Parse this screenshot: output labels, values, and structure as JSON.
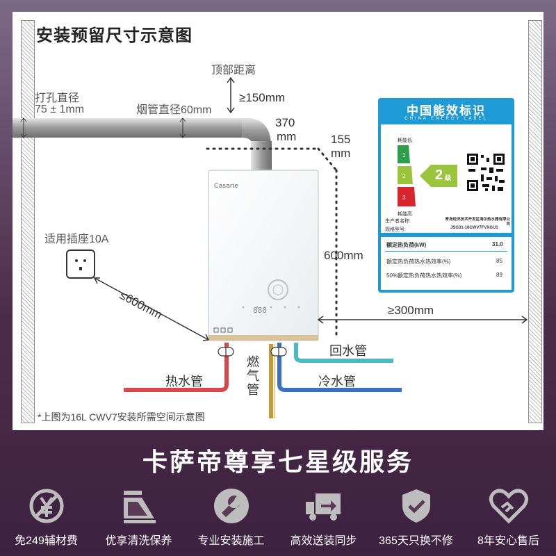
{
  "diagram": {
    "title": "安装预留尺寸示意图",
    "top_distance_label": "顶部距离",
    "top_distance_value": "≥150mm",
    "hole_diameter_label": "打孔直径",
    "hole_diameter_value": "75 ± 1mm",
    "flue_diameter_label": "烟管直径60mm",
    "dim_370": "370",
    "dim_370_unit": "mm",
    "dim_155": "155",
    "dim_155_unit": "mm",
    "socket_label": "适用插座10A",
    "socket_distance": "≤600mm",
    "height_600": "600mm",
    "side_300": "≥300mm",
    "brand": "Casarte",
    "hot_pipe": "热水管",
    "gas_pipe": "燃气管",
    "return_pipe": "回水管",
    "cold_pipe": "冷水管",
    "footnote": "*上图为16L CWV7安装所需空间示意图",
    "display_reading": "888",
    "colors": {
      "hot": "#d9474a",
      "cold": "#3b6fc4",
      "return": "#4bb9c4",
      "gas": "#c49a3a",
      "label_blue": "#1e9ad6"
    }
  },
  "energy_label": {
    "header": "中国能效标识",
    "subheader": "CHINA ENERGY LABEL",
    "low_consumption": "耗能低",
    "high_consumption": "耗能高",
    "grades": [
      "1",
      "2",
      "3"
    ],
    "grade_badge": "2",
    "grade_unit": "级",
    "manufacturer_label": "生产者名称:",
    "manufacturer_value": "青岛经济技术开发区海尔热水器有限公司",
    "model_label": "规格型号:",
    "model_value": "JSG31-16CWV7FVXGU1",
    "rated_load_label": "额定热负荷(kW)",
    "rated_load_value": "31.0",
    "efficiency_rated_label": "额定热负荷热水热效率(%)",
    "efficiency_rated_value": "85",
    "efficiency_50_label": "50%额定热负荷热水热效率(%)",
    "efficiency_50_value": "89"
  },
  "services": {
    "title": "卡萨帝尊享七星级服务",
    "items": [
      {
        "label": "免249辅材费",
        "icon": "no-fee-icon"
      },
      {
        "label": "优享清洗保养",
        "icon": "cleaning-icon"
      },
      {
        "label": "专业安装施工",
        "icon": "wrench-icon"
      },
      {
        "label": "高效送装同步",
        "icon": "delivery-truck-icon"
      },
      {
        "label": "365天只换不修",
        "icon": "shield-check-icon"
      },
      {
        "label": "8年安心售后",
        "icon": "handshake-icon"
      }
    ]
  }
}
